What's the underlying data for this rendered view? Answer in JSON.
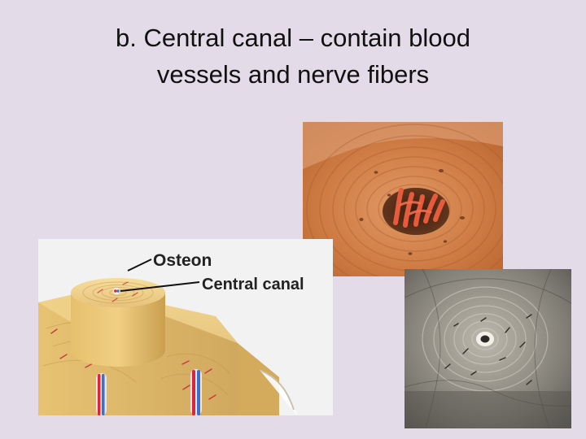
{
  "slide": {
    "title_line1": "b. Central canal – contain blood",
    "title_line2": "vessels and nerve fibers"
  },
  "diagram": {
    "label_osteon": "Osteon",
    "label_central_canal": "Central canal"
  },
  "colors": {
    "background": "#e3dbe8",
    "title": "#111111",
    "bone_light": "#e7c57a",
    "bone_dark": "#c99f4f",
    "vessel_red": "#d7263d",
    "vessel_blue": "#3d6fd0",
    "photo_orange": "#c97a45",
    "photo_gray": "#7d7b72"
  },
  "icons": {
    "top_photo": "bone-sem-icon",
    "bottom_photo": "micrograph-icon",
    "diagram": "osteon-diagram-icon"
  }
}
